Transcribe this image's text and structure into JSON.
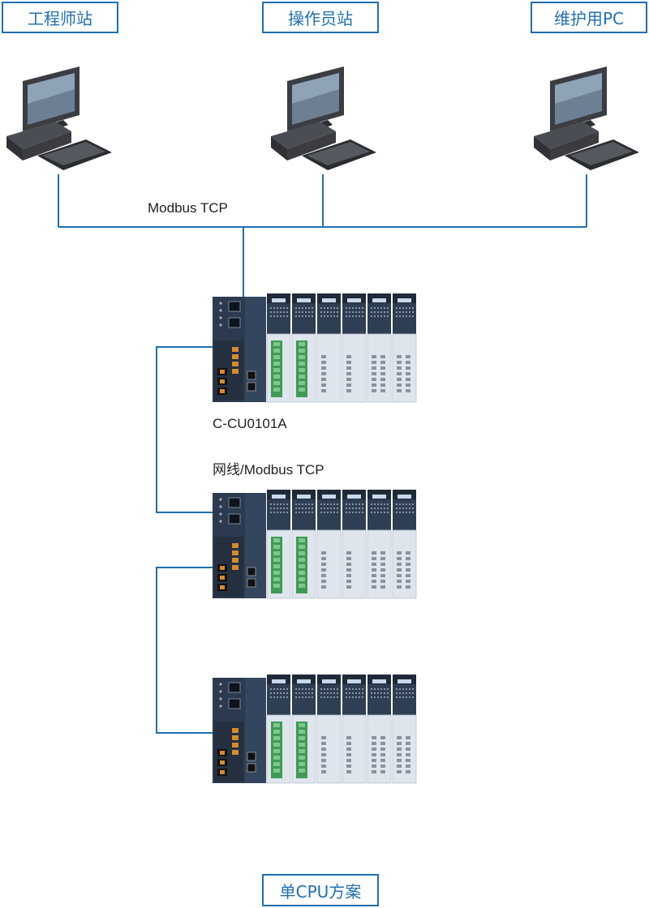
{
  "stations": [
    {
      "label": "工程师站",
      "icon": "desktop-computer-icon"
    },
    {
      "label": "操作员站",
      "icon": "desktop-computer-icon"
    },
    {
      "label": "维护用PC",
      "icon": "desktop-computer-icon"
    }
  ],
  "network_label": "Modbus TCP",
  "controller_label": "C-CU0101A",
  "link_label": "网线/Modbus TCP",
  "footer_label": "单CPU方案",
  "colors": {
    "accent": "#1f6fb4",
    "line": "#1f6fb4",
    "plc_body": "#2b3a4f"
  }
}
